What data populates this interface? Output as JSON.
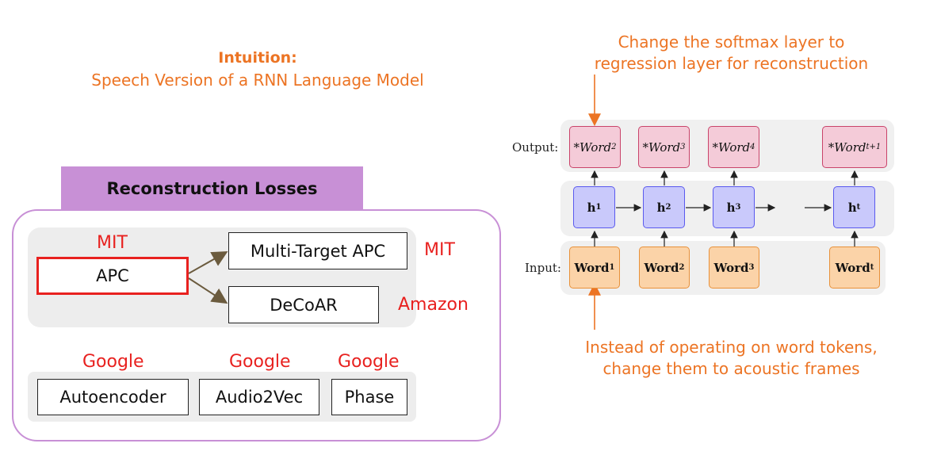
{
  "intuition": {
    "title": "Intuition:",
    "subtitle": "Speech Version of a RNN Language Model"
  },
  "losses": {
    "header": "Reconstruction Losses",
    "apc": {
      "label": "APC",
      "org": "MIT"
    },
    "multi_target_apc": {
      "label": "Multi-Target APC",
      "org": "MIT"
    },
    "decoar": {
      "label": "DeCoAR",
      "org": "Amazon"
    },
    "autoencoder": {
      "label": "Autoencoder",
      "org": "Google"
    },
    "audio2vec": {
      "label": "Audio2Vec",
      "org": "Google"
    },
    "phase": {
      "label": "Phase",
      "org": "Google"
    }
  },
  "rnn": {
    "note_top_line1": "Change the softmax layer to",
    "note_top_line2": "regression layer for reconstruction",
    "note_bottom_line1": "Instead of operating on word tokens,",
    "note_bottom_line2": "change them to acoustic frames",
    "output_label": "Output:",
    "input_label": "Input:",
    "outputs": [
      {
        "text": "*Word",
        "sub": "2"
      },
      {
        "text": "*Word",
        "sub": "3"
      },
      {
        "text": "*Word",
        "sub": "4"
      },
      {
        "text": "*Word",
        "sub": "t+1"
      }
    ],
    "hidden": [
      {
        "text": "h",
        "sub": "1"
      },
      {
        "text": "h",
        "sub": "2"
      },
      {
        "text": "h",
        "sub": "3"
      },
      {
        "text": "h",
        "sub": "t"
      }
    ],
    "inputs": [
      {
        "text": "Word",
        "sub": "1"
      },
      {
        "text": "Word",
        "sub": "2"
      },
      {
        "text": "Word",
        "sub": "3"
      },
      {
        "text": "Word",
        "sub": "t"
      }
    ]
  },
  "colors": {
    "accent_orange": "#ec7424",
    "org_red": "#e8211f",
    "header_purple": "#c890d6",
    "apc_border": "#e8211f"
  }
}
